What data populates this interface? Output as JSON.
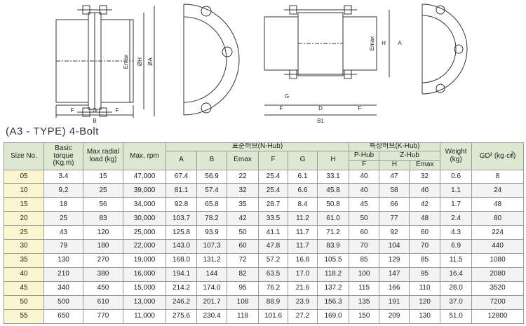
{
  "drawing_labels": {
    "b": "B",
    "f": "F",
    "g": "G",
    "emax": "Emax",
    "oh": "ØH",
    "oa": "ØA",
    "b1": "B1",
    "d": "D",
    "h": "H",
    "a": "A"
  },
  "caption": "(A3 - TYPE) 4-Bolt",
  "headers": {
    "size": "Size No.",
    "torque": "Basic torque (Kg.m)",
    "radial": "Max radial load (kg)",
    "rpm": "Max. rpm",
    "nhub": "표준허브(N-Hub)",
    "khub": "특정허브(K-Hub)",
    "weight": "Weight (kg)",
    "gd": "GD² (kg·㎠)",
    "a": "A",
    "b": "B",
    "emax": "Emax",
    "f": "F",
    "g": "G",
    "h": "H",
    "phub": "P-Hub",
    "zhub": "Z-Hub",
    "kf": "F",
    "kh": "H",
    "kemax": "Emax"
  },
  "rows": [
    [
      "05",
      "3.4",
      "15",
      "47,000",
      "67.4",
      "56.9",
      "22",
      "25.4",
      "6.1",
      "33.1",
      "40",
      "47",
      "32",
      "0.6",
      "8"
    ],
    [
      "10",
      "9.2",
      "25",
      "39,000",
      "81.1",
      "57.4",
      "32",
      "25.4",
      "6.6",
      "45.8",
      "40",
      "58",
      "40",
      "1.1",
      "24"
    ],
    [
      "15",
      "18",
      "56",
      "34,000",
      "92.8",
      "65.8",
      "35",
      "28.7",
      "8.4",
      "50.8",
      "45",
      "66",
      "42",
      "1.7",
      "48"
    ],
    [
      "20",
      "25",
      "83",
      "30,000",
      "103.7",
      "78.2",
      "42",
      "33.5",
      "11.2",
      "61.0",
      "50",
      "77",
      "48",
      "2.4",
      "80"
    ],
    [
      "25",
      "43",
      "120",
      "25,000",
      "125.8",
      "93.9",
      "50",
      "41.1",
      "11.7",
      "71.2",
      "60",
      "92",
      "60",
      "4.3",
      "224"
    ],
    [
      "30",
      "79",
      "180",
      "22,000",
      "143.0",
      "107.3",
      "60",
      "47.8",
      "11.7",
      "83.9",
      "70",
      "104",
      "70",
      "6.9",
      "440"
    ],
    [
      "35",
      "130",
      "270",
      "19,000",
      "168.0",
      "131.2",
      "72",
      "57.2",
      "16.8",
      "105.5",
      "85",
      "129",
      "85",
      "11.5",
      "1080"
    ],
    [
      "40",
      "210",
      "380",
      "16,000",
      "194.1",
      "144",
      "82",
      "63.5",
      "17.0",
      "118.2",
      "100",
      "147",
      "95",
      "16.4",
      "2080"
    ],
    [
      "45",
      "340",
      "450",
      "15,000",
      "214.2",
      "174.0",
      "95",
      "76.2",
      "21.6",
      "137.2",
      "115",
      "166",
      "110",
      "28.0",
      "3520"
    ],
    [
      "50",
      "500",
      "610",
      "13,000",
      "246.2",
      "201.7",
      "108",
      "88.9",
      "23.9",
      "156.3",
      "135",
      "191",
      "120",
      "37.0",
      "7200"
    ],
    [
      "55",
      "650",
      "770",
      "11,000",
      "275.6",
      "230.4",
      "118",
      "101.6",
      "27.2",
      "169.0",
      "150",
      "209",
      "130",
      "51.0",
      "12800"
    ]
  ]
}
